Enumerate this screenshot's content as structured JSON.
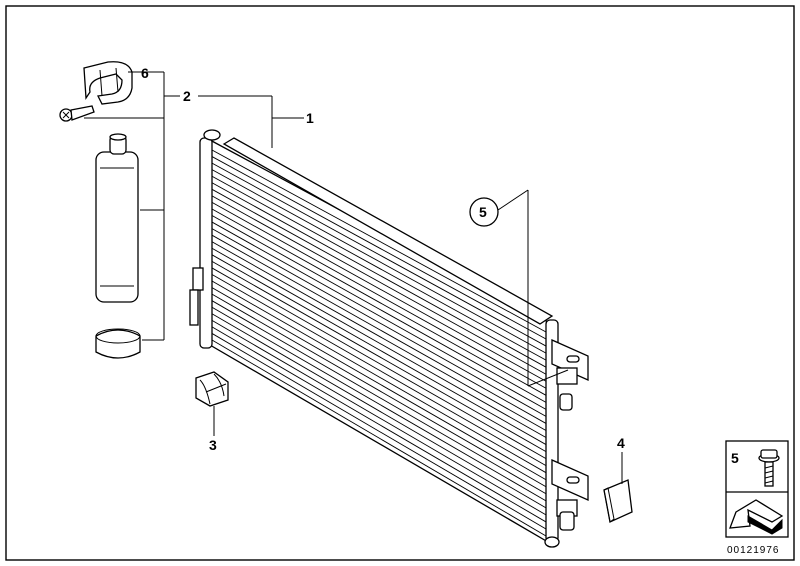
{
  "callouts": {
    "c1": "1",
    "c2": "2",
    "c3": "3",
    "c4": "4",
    "c5": "5",
    "c6": "6"
  },
  "legend": {
    "number": "5"
  },
  "diagram_number": "00121976",
  "colors": {
    "line": "#000000",
    "background": "#ffffff"
  }
}
